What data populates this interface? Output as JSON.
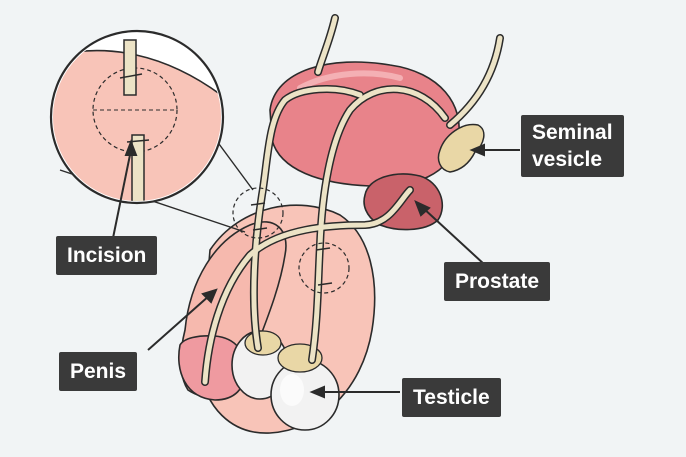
{
  "labels": {
    "seminal_vesicle": [
      "Seminal",
      "vesicle"
    ],
    "incision": "Incision",
    "prostate": "Prostate",
    "penis": "Penis",
    "testicle": "Testicle"
  },
  "colors": {
    "background": "#f1f4f5",
    "bladder": "#e8838a",
    "prostate": "#c9626a",
    "skin": "#f8c4b8",
    "vas_deferens": "#ece3c6",
    "testicle": "#f2f2f2",
    "label_bg": "#3a3a3a",
    "outline": "#2b2b2b"
  },
  "icons": [
    "scissors-mark",
    "dashed-circle",
    "magnifier-circle"
  ]
}
